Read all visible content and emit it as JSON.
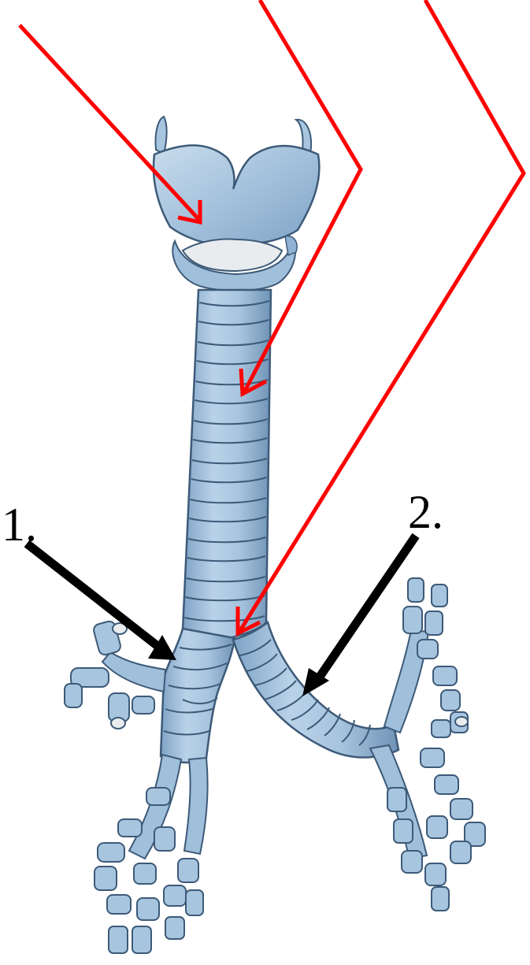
{
  "labels": {
    "one": "1.",
    "two": "2."
  },
  "colors": {
    "red_arrow": "#ff0000",
    "black_arrow": "#000000",
    "cartilage_fill": "#9fbfda",
    "cartilage_light": "#c9dcec",
    "cartilage_dark": "#6f93b6",
    "outline": "#3d5a78",
    "mucosa": "#e9ecef"
  },
  "structures": {
    "larynx": "larynx",
    "trachea": "trachea",
    "carina": "carina",
    "right_main_bronchus": "right-main-bronchus",
    "left_main_bronchus": "left-main-bronchus"
  }
}
